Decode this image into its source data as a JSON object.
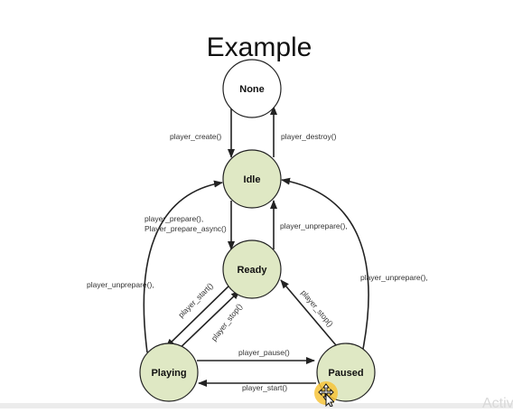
{
  "title": "Example",
  "colors": {
    "state_fill": "#dfe8c4",
    "initial_fill": "#ffffff",
    "stroke": "#222222",
    "highlight": "#f7c43a"
  },
  "states": {
    "none": "None",
    "idle": "Idle",
    "ready": "Ready",
    "playing": "Playing",
    "paused": "Paused"
  },
  "transitions": {
    "create": "player_create()",
    "destroy": "player_destroy()",
    "prepare_1": "player_prepare(),",
    "prepare_2": "Player_prepare_async()",
    "unprepare_ready": "player_unprepare(),",
    "unprepare_playing": "player_unprepare(),",
    "unprepare_paused": "player_unprepare(),",
    "start_ready": "player_start()",
    "stop_playing": "player_stop()",
    "stop_paused": "player_stop()",
    "pause": "player_pause()",
    "start_paused": "player_start()"
  },
  "watermark": "Activ",
  "cursor_icon": "move-cursor-icon"
}
